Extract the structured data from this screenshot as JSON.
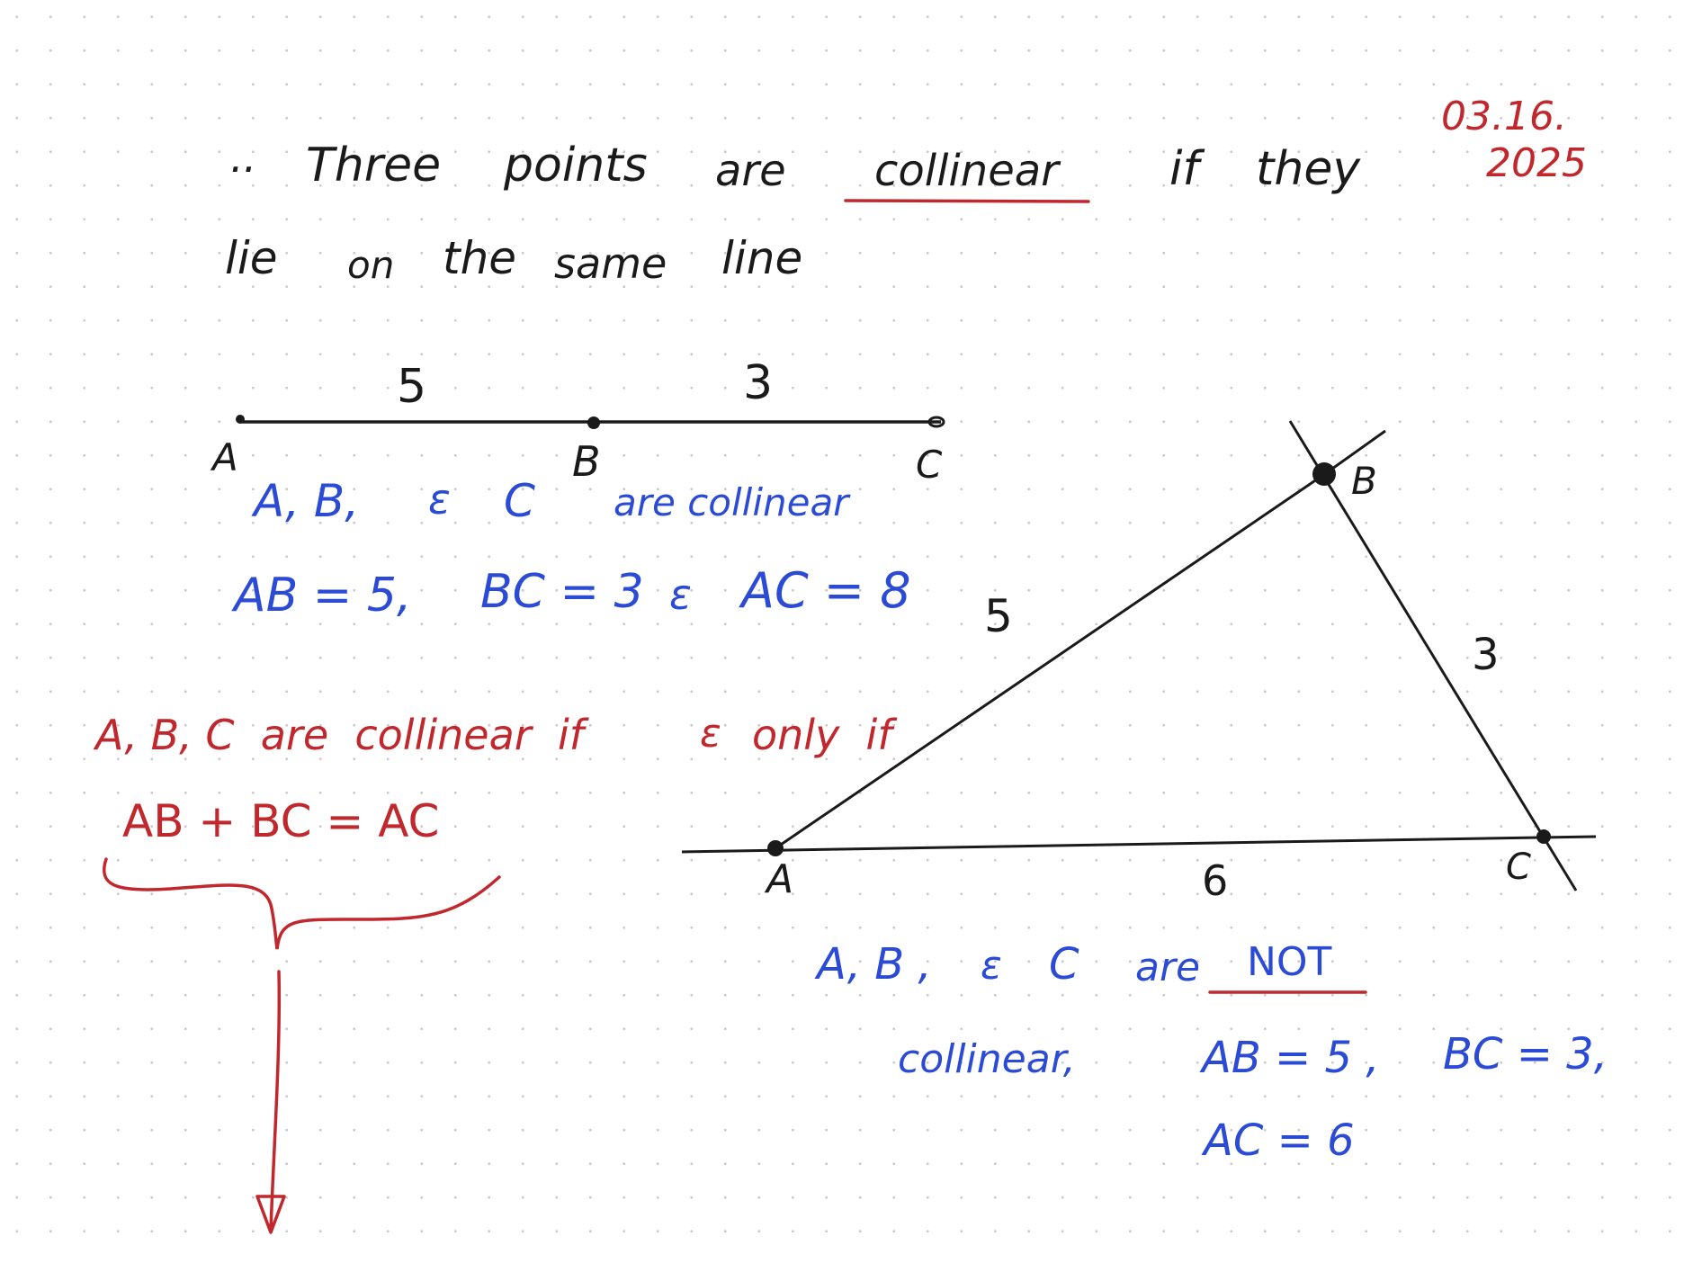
{
  "date": {
    "line1": "03.16.",
    "line2": "2025"
  },
  "definition": {
    "bullet": "..",
    "words": [
      "Three",
      "points",
      "are",
      "collinear",
      "if",
      "they"
    ],
    "line2": [
      "lie",
      "on",
      "the",
      "same",
      "line"
    ]
  },
  "collinear_example": {
    "seg_ab_length": "5",
    "seg_bc_length": "3",
    "point_a": "A",
    "point_b": "B",
    "point_c": "C",
    "statement_points": "A, B,",
    "and_symbol": "ε",
    "statement_c": "C",
    "statement_tail": "are collinear",
    "measure_ab": "AB = 5,",
    "measure_bc": "BC = 3",
    "measure_ac": "AC = 8"
  },
  "theorem": {
    "line1_start": "A, B, C  are  collinear  if",
    "and_symbol": "ε",
    "line1_end": "only  if",
    "equation": "AB + BC = AC"
  },
  "triangle_example": {
    "point_a": "A",
    "point_b": "B",
    "point_c": "C",
    "side_ab": "5",
    "side_bc": "3",
    "side_ac": "6",
    "statement_points": "A, B ,",
    "and_symbol": "ε",
    "statement_c": "C",
    "statement_are": "are",
    "statement_not": "NOT",
    "statement_collinear": "collinear,",
    "measure_ab": "AB = 5 ,",
    "measure_bc": "BC = 3,",
    "measure_ac": "AC = 6"
  },
  "colors": {
    "ink_black": "#1a1a1a",
    "ink_red": "#c0282d",
    "ink_blue": "#2b4bd6"
  }
}
